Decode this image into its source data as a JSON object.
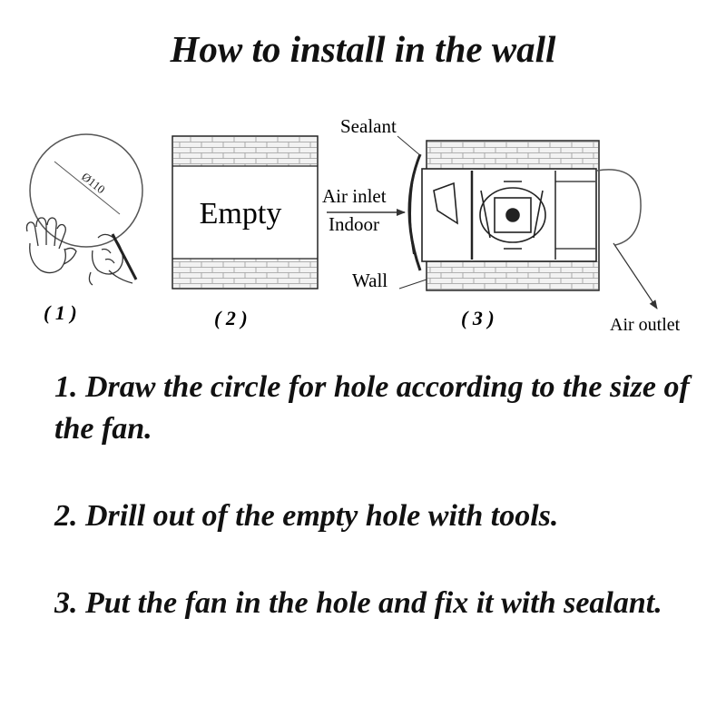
{
  "title": "How to install in the wall",
  "figures": {
    "fig1": {
      "diameter": "Ø110",
      "number": "( 1 )"
    },
    "fig2": {
      "empty": "Empty",
      "number": "( 2 )"
    },
    "fig3": {
      "sealant": "Sealant",
      "air_inlet": "Air inlet",
      "indoor": "Indoor",
      "wall": "Wall",
      "air_outlet": "Air outlet",
      "number": "( 3 )"
    }
  },
  "steps": [
    "1. Draw the circle for hole according to the size of the fan.",
    "2. Drill out of the empty hole with tools.",
    "3. Put the fan in the hole and fix it with sealant."
  ]
}
